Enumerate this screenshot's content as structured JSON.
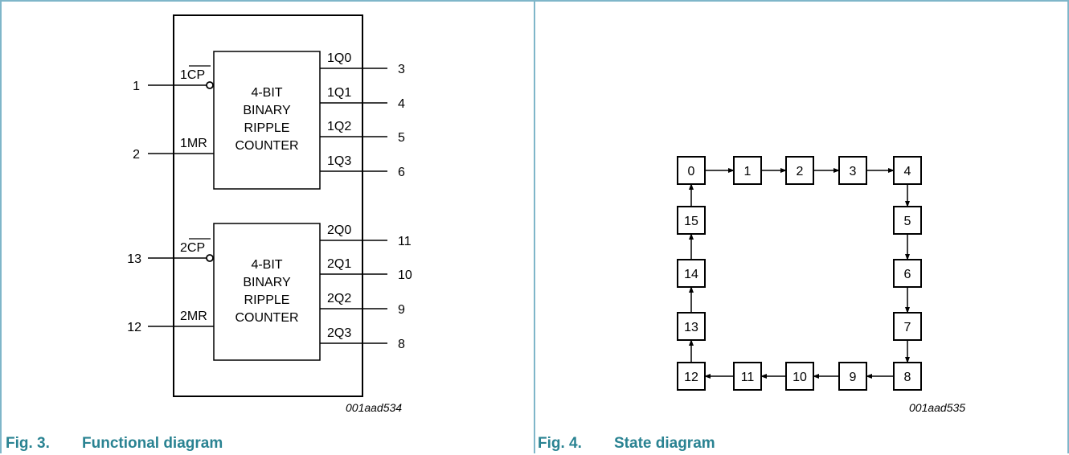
{
  "fig3": {
    "caption_number": "Fig. 3.",
    "caption_title": "Functional diagram",
    "code": "001aad534",
    "block1": {
      "title_lines": [
        "4-BIT",
        "BINARY",
        "RIPPLE",
        "COUNTER"
      ],
      "cp_label": "1CP",
      "mr_label": "1MR",
      "cp_pin": "1",
      "mr_pin": "2",
      "outputs": [
        {
          "label": "1Q0",
          "pin": "3"
        },
        {
          "label": "1Q1",
          "pin": "4"
        },
        {
          "label": "1Q2",
          "pin": "5"
        },
        {
          "label": "1Q3",
          "pin": "6"
        }
      ]
    },
    "block2": {
      "title_lines": [
        "4-BIT",
        "BINARY",
        "RIPPLE",
        "COUNTER"
      ],
      "cp_label": "2CP",
      "mr_label": "2MR",
      "cp_pin": "13",
      "mr_pin": "12",
      "outputs": [
        {
          "label": "2Q0",
          "pin": "11"
        },
        {
          "label": "2Q1",
          "pin": "10"
        },
        {
          "label": "2Q2",
          "pin": "9"
        },
        {
          "label": "2Q3",
          "pin": "8"
        }
      ]
    }
  },
  "fig4": {
    "caption_number": "Fig. 4.",
    "caption_title": "State diagram",
    "code": "001aad535",
    "states": [
      "0",
      "1",
      "2",
      "3",
      "4",
      "5",
      "6",
      "7",
      "8",
      "9",
      "10",
      "11",
      "12",
      "13",
      "14",
      "15"
    ]
  }
}
